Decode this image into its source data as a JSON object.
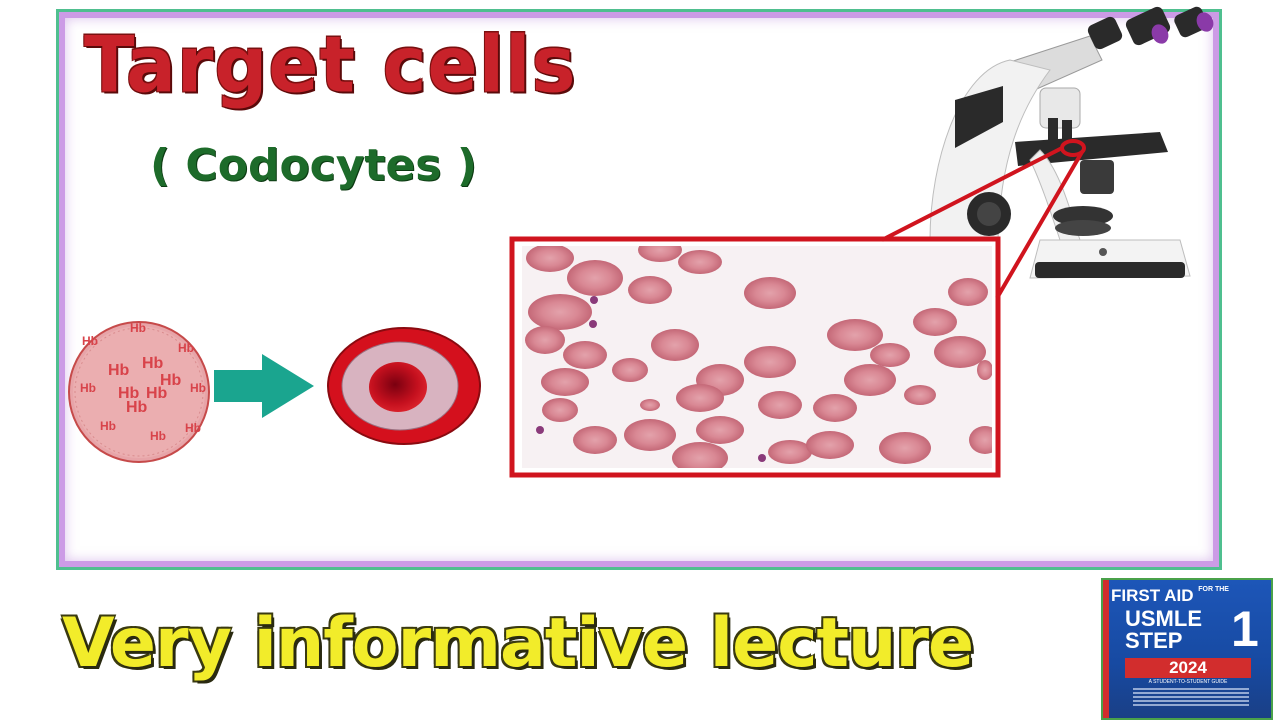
{
  "slide": {
    "title": "Target cells",
    "subtitle": "( Codocytes )",
    "footer": "Very informative lecture",
    "hb_label": "Hb"
  },
  "book": {
    "line1": "FIRST AID",
    "line1_small": "FOR THE",
    "line2": "USMLE",
    "line3": "STEP",
    "number": "1",
    "year": "2024",
    "tagline": "A STUDENT-TO-STUDENT GUIDE"
  },
  "colors": {
    "title": "#c8222a",
    "subtitle": "#1d6b2a",
    "footer": "#f2ec2a",
    "frame_outer": "#4fbf8f",
    "frame_inner": "#cc9be6",
    "arrow": "#1aa58f",
    "zoom_box": "#d0141e"
  }
}
